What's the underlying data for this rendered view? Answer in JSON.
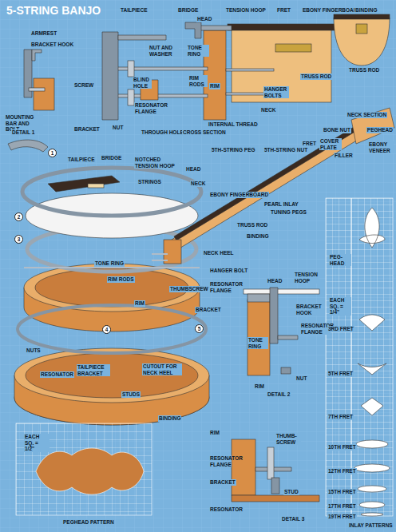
{
  "diagram": {
    "title": "5-STRING BANJO",
    "labels": [
      "ARMREST",
      "BRACKET HOOK",
      "MOUNTING BAR AND BOLT",
      "DETAIL 1",
      "TAILPIECE",
      "BRIDGE",
      "HEAD",
      "TENSION HOOP",
      "FRET",
      "EBONY FINGERBOARD",
      "BINDING",
      "NUT AND WASHER",
      "TONE RING",
      "SCREW",
      "BLIND HOLE",
      "RIM RODS",
      "RESONATOR FLANGE",
      "RIM",
      "TRUSS ROD",
      "HANGER BOLTS",
      "NECK",
      "TRUSS ROD",
      "NECK SECTION",
      "BRACKET",
      "NUT",
      "THROUGH HOLE",
      "CROSS SECTION",
      "INTERNAL THREAD",
      "BONE NUT",
      "PEGHEAD",
      "COVER PLATE",
      "EBONY VENEER",
      "FILLER",
      "FRET",
      "5TH-STRING PEG",
      "5TH-STRING NUT",
      "1",
      "TAILPIECE",
      "BRIDGE",
      "NOTCHED TENSION HOOP",
      "HEAD",
      "NECK",
      "EBONY FINGERBOARD",
      "PEARL INLAY",
      "TUNING PEGS",
      "STRINGS",
      "2",
      "3",
      "TRUSS ROD",
      "BINDING",
      "NECK HEEL",
      "HANGER BOLT",
      "TONE RING",
      "RIM RODS",
      "THUMBSCREW",
      "RESONATOR FLANGE",
      "BRACKET",
      "RIM",
      "4",
      "5",
      "NUTS",
      "TAILPIECE BRACKET",
      "RESONATOR",
      "CUTOUT FOR NECK HEEL",
      "STUDS",
      "BINDING",
      "HEAD",
      "TENSION HOOP",
      "BRACKET HOOK",
      "TONE RING",
      "RESONATOR FLANGE",
      "RIM",
      "NUT",
      "DETAIL 2",
      "RIM",
      "THUMB-SCREW",
      "RESONATOR FLANGE",
      "BRACKET",
      "STUD",
      "RESONATOR",
      "DETAIL 3",
      "EACH SQ. = 1/2\"",
      "PEGHEAD PATTERN",
      "PEG-HEAD",
      "EACH SQ. = 1/4\"",
      "3RD FRET",
      "5TH FRET",
      "7TH FRET",
      "10TH FRET",
      "12TH FRET",
      "15TH FRET",
      "17TH FRET",
      "19TH FRET",
      "INLAY PATTERNS"
    ]
  }
}
